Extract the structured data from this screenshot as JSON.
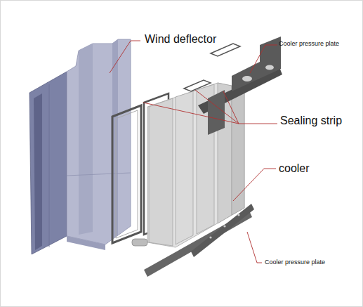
{
  "diagram": {
    "labels": [
      "Wind deflector",
      "Cooler pressure plate",
      "Sealing strip",
      "cooler",
      "Cooler pressure plate"
    ]
  }
}
